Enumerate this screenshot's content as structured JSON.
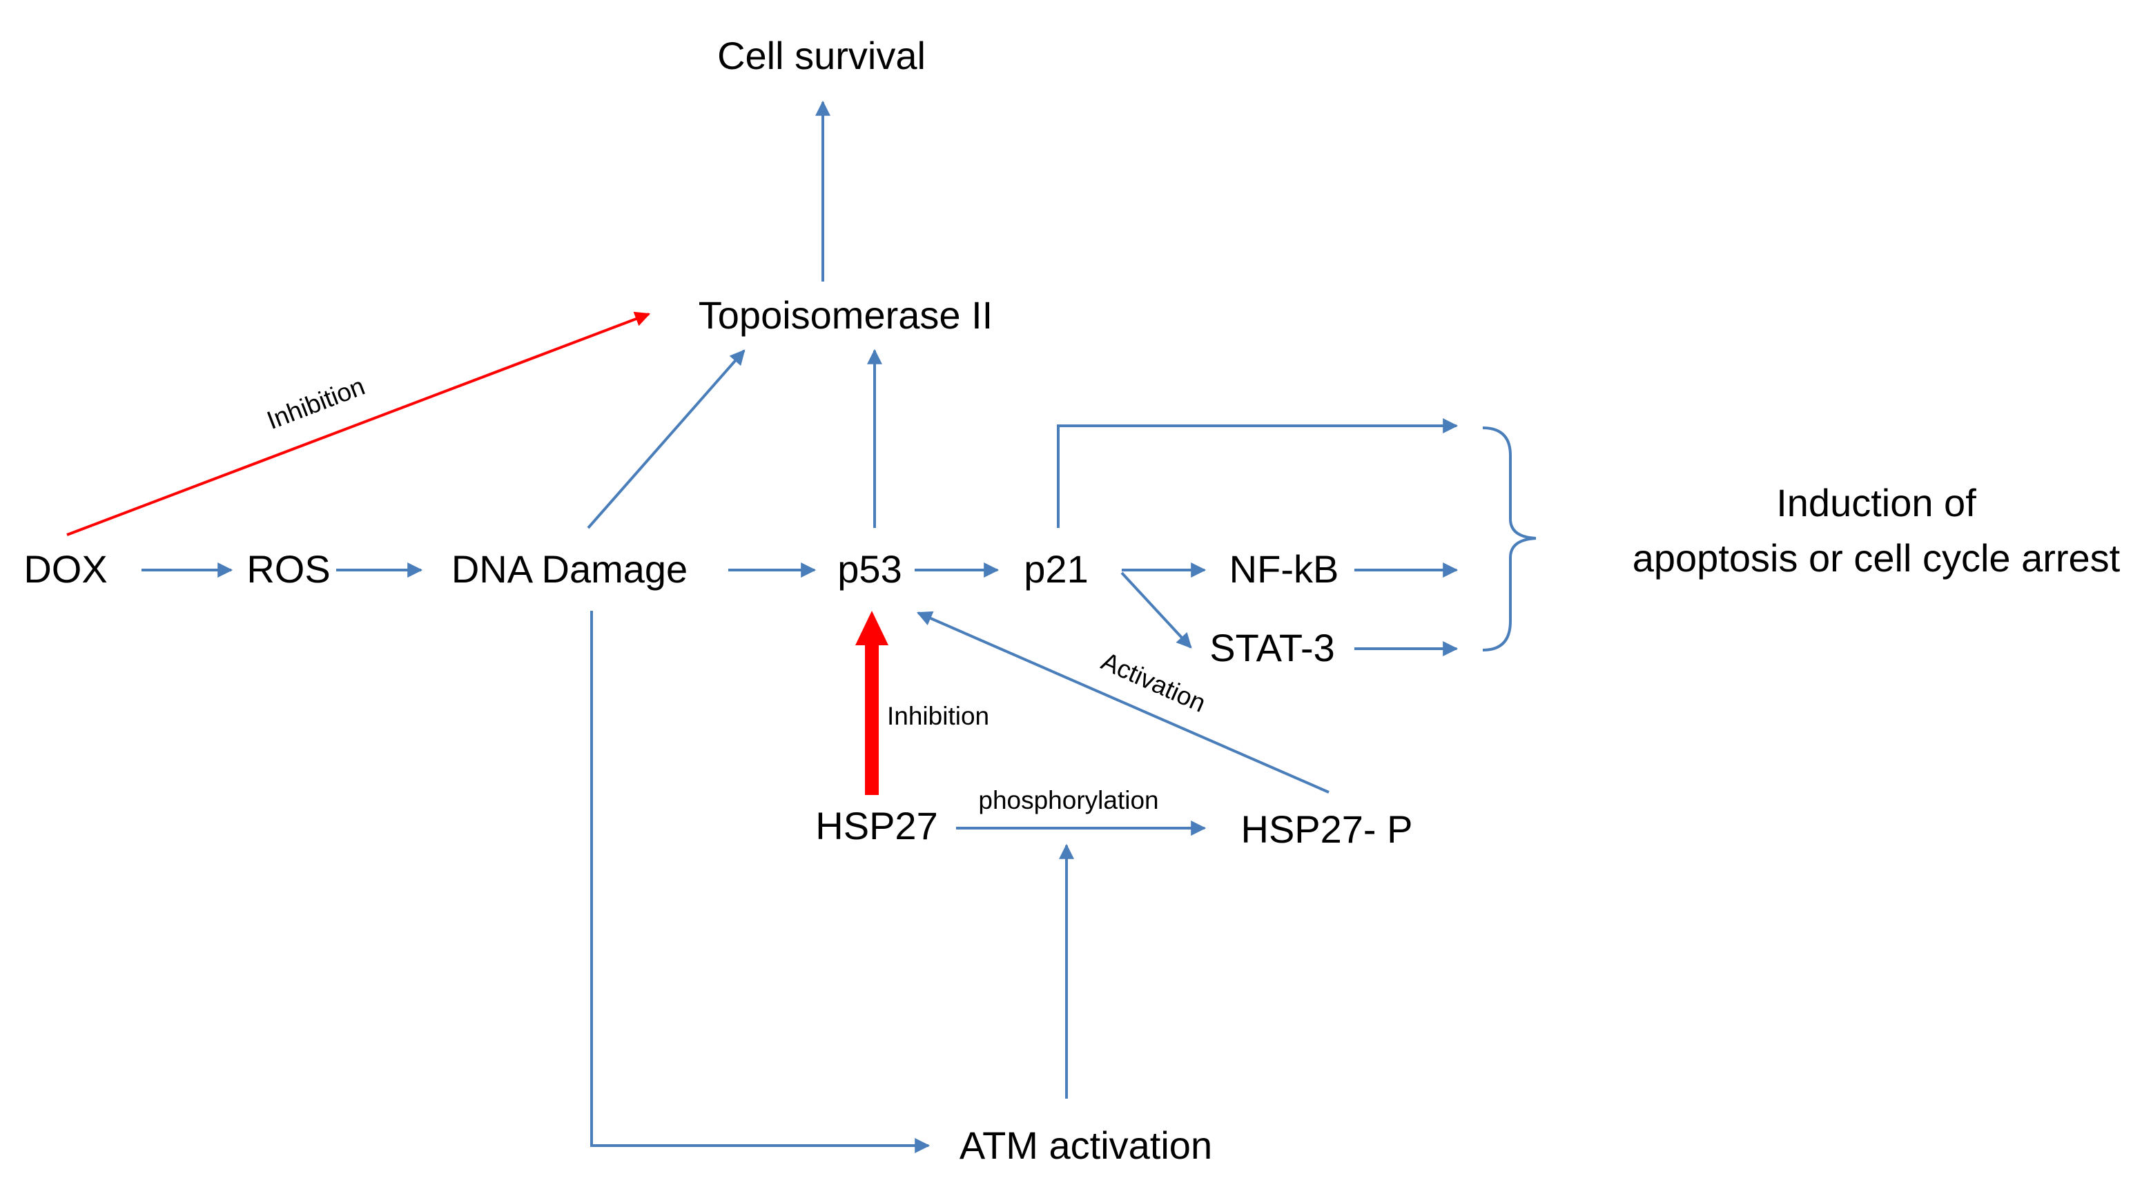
{
  "nodes": {
    "cell_survival": "Cell survival",
    "topoisomerase": "Topoisomerase II",
    "dox": "DOX",
    "ros": "ROS",
    "dna_damage": "DNA Damage",
    "p53": "p53",
    "p21": "p21",
    "nfkb": "NF-kB",
    "stat3": "STAT-3",
    "hsp27": "HSP27",
    "hsp27p": "HSP27- P",
    "atm": "ATM activation",
    "outcome_line1": "Induction of",
    "outcome_line2": "apoptosis or cell cycle arrest"
  },
  "edge_labels": {
    "dox_topo": "Inhibition",
    "hsp27_p53": "Inhibition",
    "hsp27p_p53": "Activation",
    "phosphorylation": "phosphorylation"
  },
  "colors": {
    "activation_arrow": "#4a7ebb",
    "inhibition_arrow": "#ff0000",
    "text": "#000000",
    "background": "#ffffff"
  }
}
